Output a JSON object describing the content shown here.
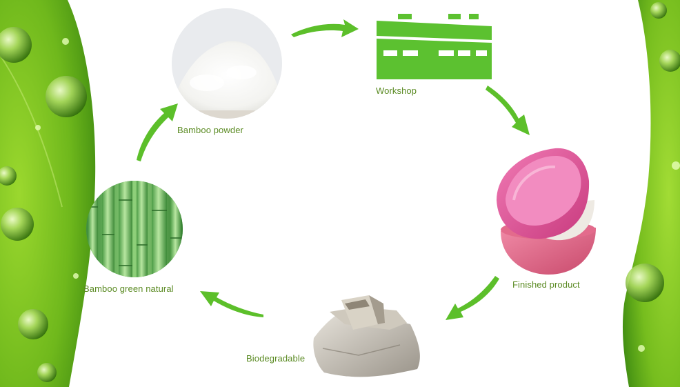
{
  "cycle": {
    "steps": [
      {
        "id": "powder",
        "label": "Bamboo powder"
      },
      {
        "id": "workshop",
        "label": "Workshop"
      },
      {
        "id": "product",
        "label": "Finished product"
      },
      {
        "id": "biodegradable",
        "label": "Biodegradable"
      },
      {
        "id": "bamboo",
        "label": "Bamboo green natural"
      }
    ]
  },
  "colors": {
    "arrow": "#5cbf2a",
    "label": "#5a8a22",
    "leaf": "#7cc21e",
    "workshop": "#5cc130",
    "bowl_pink": "#e8609f",
    "bowl_white": "#eeeae3"
  },
  "icons": [
    "leaf-background",
    "powder-image",
    "workshop-building-icon",
    "bowls-image",
    "biodegradable-cup-image",
    "bamboo-image"
  ]
}
